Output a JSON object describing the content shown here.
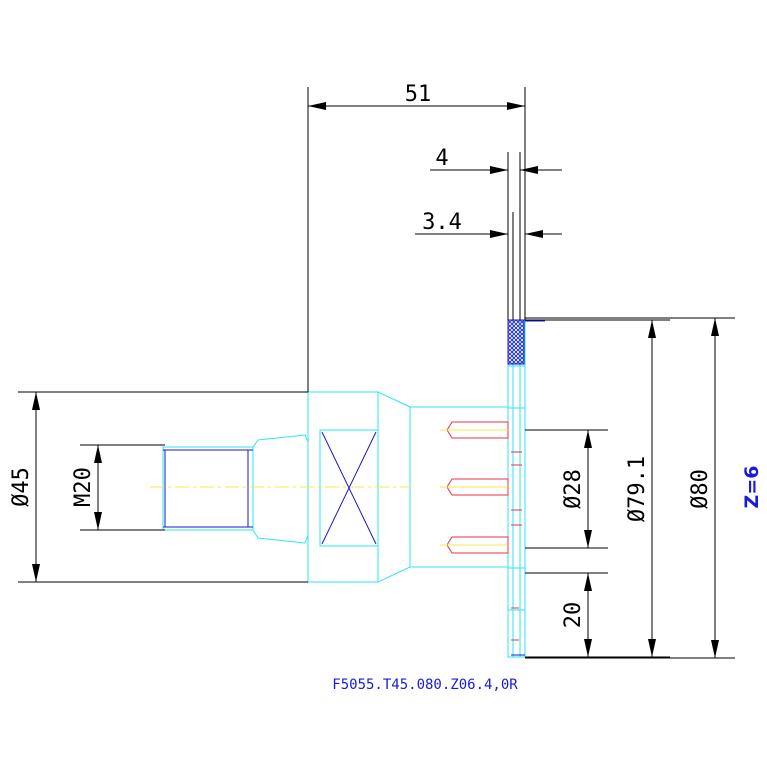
{
  "dimensions": {
    "length_overall": "51",
    "insert_thickness": "4",
    "insert_gap": "3.4",
    "shank_diameter": "Ø45",
    "thread": "M20",
    "bore_diameter": "Ø28",
    "cutting_diameter_inner": "Ø79.1",
    "cutting_diameter": "Ø80",
    "depth": "20"
  },
  "teeth_count": "Z=6",
  "part_code": "F5055.T45.080.Z06.4,0R",
  "colors": {
    "outline": "#2fe6f0",
    "dimension": "#000000",
    "label": "#1a1adc",
    "screw": "#e8304a",
    "centerline": "#f2ec4a"
  }
}
